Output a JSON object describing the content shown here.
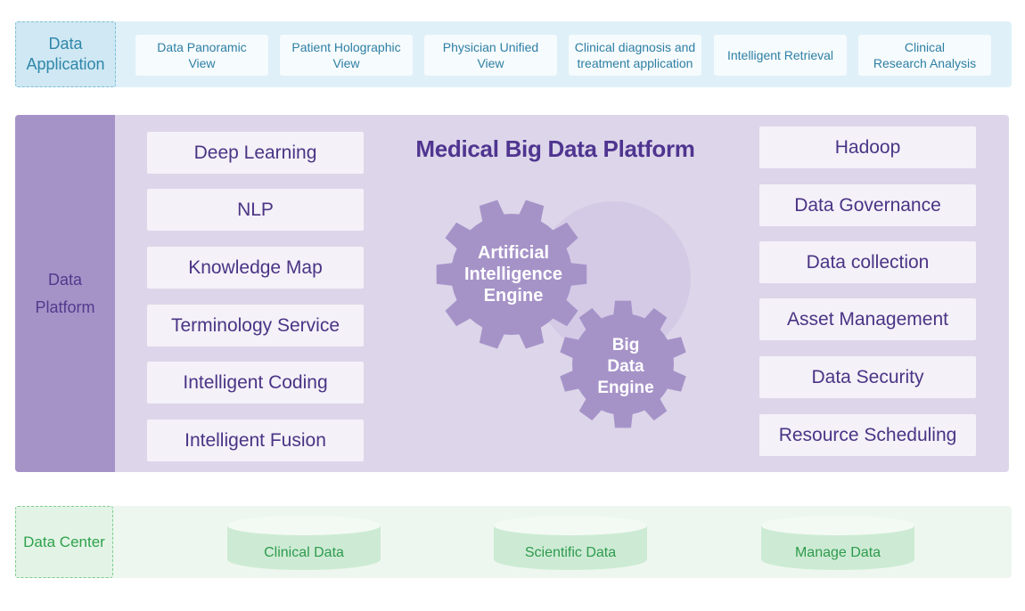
{
  "application": {
    "label_line1": "Data",
    "label_line2": "Application",
    "cards": [
      {
        "line1": "Data Panoramic",
        "line2": "View"
      },
      {
        "line1": "Patient Holographic",
        "line2": "View"
      },
      {
        "line1": "Physician Unified",
        "line2": "View"
      },
      {
        "line1": "Clinical diagnosis and",
        "line2": "treatment application"
      },
      {
        "line1": "Intelligent Retrieval",
        "line2": ""
      },
      {
        "line1": "Clinical",
        "line2": "Research Analysis"
      }
    ]
  },
  "platform": {
    "label_line1": "Data",
    "label_line2": "Platform",
    "title": "Medical Big Data Platform",
    "left_items": [
      "Deep Learning",
      "NLP",
      "Knowledge Map",
      "Terminology Service",
      "Intelligent Coding",
      "Intelligent Fusion"
    ],
    "right_items": [
      "Hadoop",
      "Data Governance",
      "Data collection",
      "Asset Management",
      "Data Security",
      "Resource Scheduling"
    ],
    "ai_engine": {
      "line1": "Artificial",
      "line2": "Intelligence",
      "line3": "Engine"
    },
    "bd_engine": {
      "line1": "Big",
      "line2": "Data",
      "line3": "Engine"
    }
  },
  "center": {
    "label": "Data Center",
    "stores": [
      "Clinical Data",
      "Scientific Data",
      "Manage Data"
    ]
  },
  "colors": {
    "application_accent": "#2f86aa",
    "platform_accent": "#4f3590",
    "gear_fill": "#a593c8",
    "center_accent": "#2ea14b"
  }
}
